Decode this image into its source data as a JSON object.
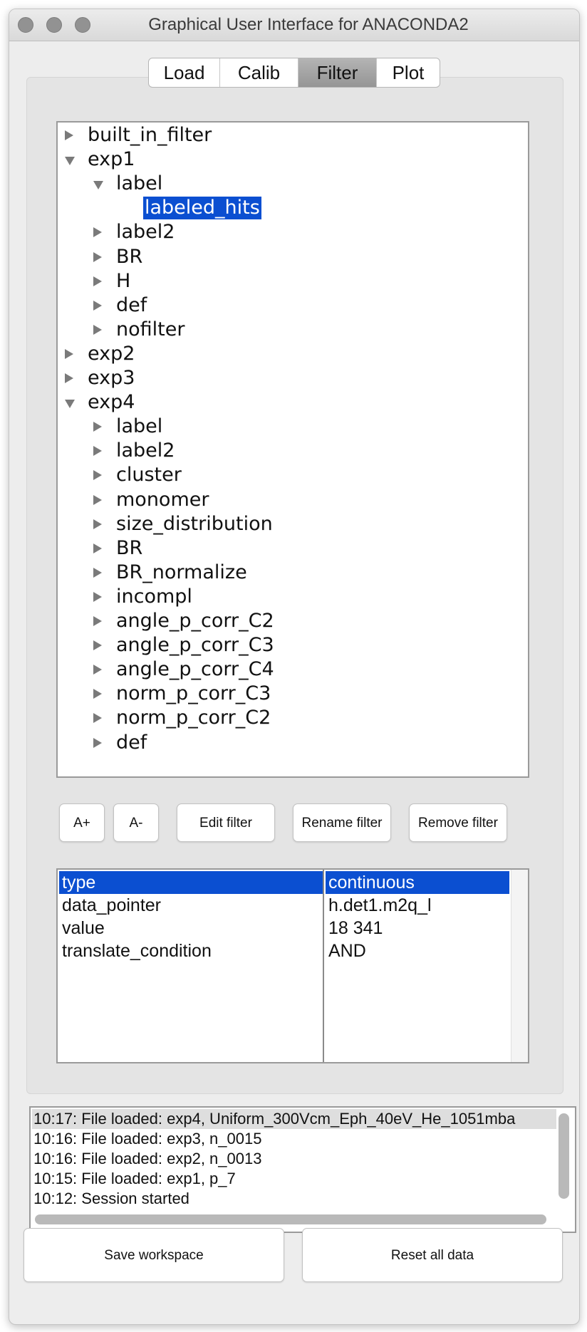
{
  "window": {
    "title": "Graphical User Interface for ANACONDA2"
  },
  "tabs": [
    {
      "label": "Load",
      "active": false
    },
    {
      "label": "Calib",
      "active": false
    },
    {
      "label": "Filter",
      "active": true
    },
    {
      "label": "Plot",
      "active": false
    }
  ],
  "tree": [
    {
      "label": "built_in_filter",
      "level": 0,
      "state": "collapsed"
    },
    {
      "label": "exp1",
      "level": 0,
      "state": "expanded"
    },
    {
      "label": "label",
      "level": 1,
      "state": "expanded"
    },
    {
      "label": "labeled_hits",
      "level": 2,
      "state": "leaf",
      "selected": true
    },
    {
      "label": "label2",
      "level": 1,
      "state": "collapsed"
    },
    {
      "label": "BR",
      "level": 1,
      "state": "collapsed"
    },
    {
      "label": "H",
      "level": 1,
      "state": "collapsed"
    },
    {
      "label": "def",
      "level": 1,
      "state": "collapsed"
    },
    {
      "label": "nofilter",
      "level": 1,
      "state": "collapsed"
    },
    {
      "label": "exp2",
      "level": 0,
      "state": "collapsed"
    },
    {
      "label": "exp3",
      "level": 0,
      "state": "collapsed"
    },
    {
      "label": "exp4",
      "level": 0,
      "state": "expanded"
    },
    {
      "label": "label",
      "level": 1,
      "state": "collapsed"
    },
    {
      "label": "label2",
      "level": 1,
      "state": "collapsed"
    },
    {
      "label": "cluster",
      "level": 1,
      "state": "collapsed"
    },
    {
      "label": "monomer",
      "level": 1,
      "state": "collapsed"
    },
    {
      "label": "size_distribution",
      "level": 1,
      "state": "collapsed"
    },
    {
      "label": "BR",
      "level": 1,
      "state": "collapsed"
    },
    {
      "label": "BR_normalize",
      "level": 1,
      "state": "collapsed"
    },
    {
      "label": "incompl",
      "level": 1,
      "state": "collapsed"
    },
    {
      "label": "angle_p_corr_C2",
      "level": 1,
      "state": "collapsed"
    },
    {
      "label": "angle_p_corr_C3",
      "level": 1,
      "state": "collapsed"
    },
    {
      "label": "angle_p_corr_C4",
      "level": 1,
      "state": "collapsed"
    },
    {
      "label": "norm_p_corr_C3",
      "level": 1,
      "state": "collapsed"
    },
    {
      "label": "norm_p_corr_C2",
      "level": 1,
      "state": "collapsed"
    },
    {
      "label": "def",
      "level": 1,
      "state": "collapsed"
    }
  ],
  "buttons": {
    "a_plus": "A+",
    "a_minus": "A-",
    "edit": "Edit filter",
    "rename": "Rename filter",
    "remove": "Remove filter"
  },
  "properties": [
    {
      "key": "type",
      "value": "continuous",
      "selected": true
    },
    {
      "key": "data_pointer",
      "value": "h.det1.m2q_l",
      "selected": false
    },
    {
      "key": "value",
      "value": "18  341",
      "selected": false
    },
    {
      "key": "translate_condition",
      "value": "AND",
      "selected": false
    }
  ],
  "log": [
    "10:17: File loaded: exp4, Uniform_300Vcm_Eph_40eV_He_1051mba",
    "10:16: File loaded: exp3, n_0015",
    "10:16: File loaded: exp2, n_0013",
    "10:15: File loaded: exp1, p_7",
    "10:12: Session started"
  ],
  "footer": {
    "save": "Save workspace",
    "reset": "Reset all data"
  },
  "colors": {
    "selection": "#0b4fd1",
    "window_bg": "#ededed"
  }
}
